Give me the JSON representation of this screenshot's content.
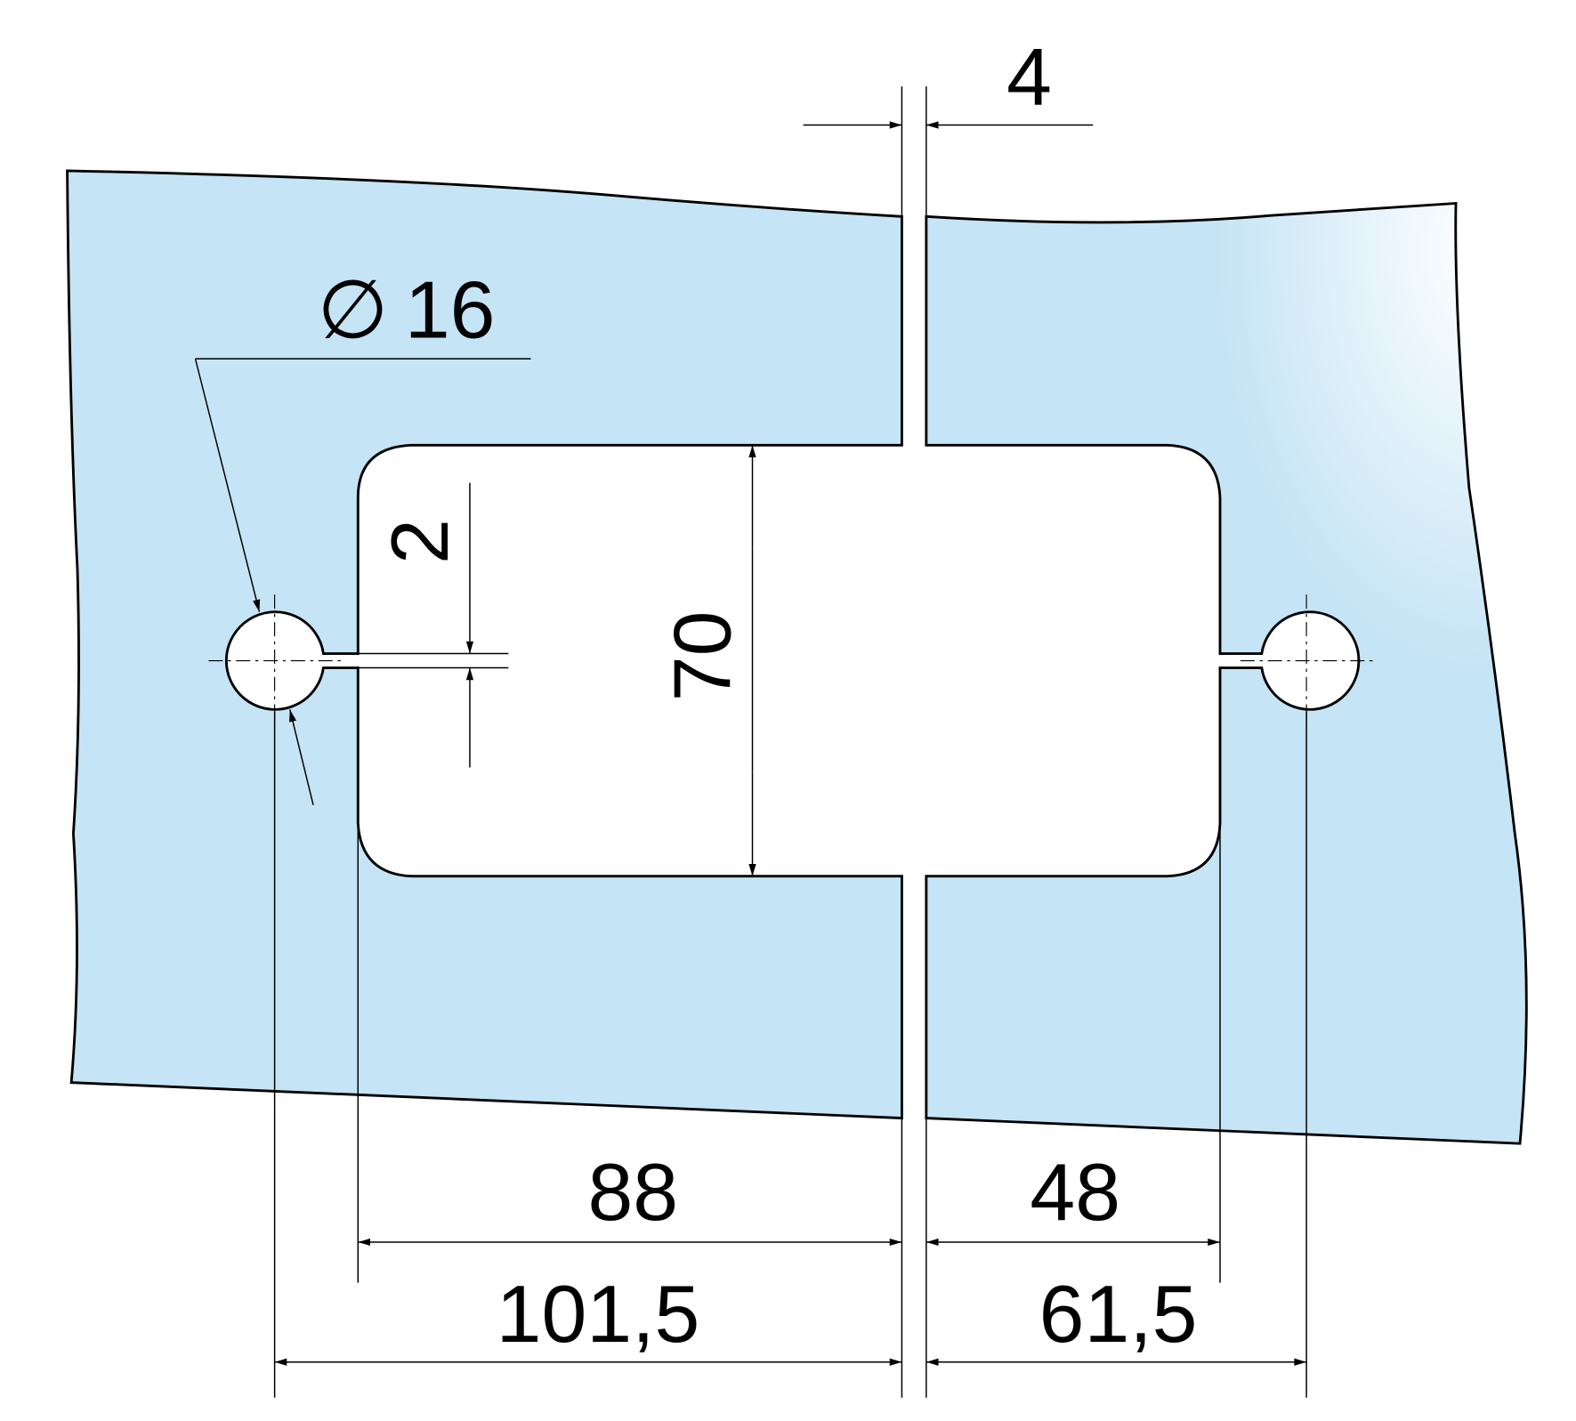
{
  "colors": {
    "glass": "#c5e4f5",
    "glass_highlight": "#ffffff",
    "line": "#000000"
  },
  "dimensions": {
    "gap": "4",
    "hole_diameter_symbol": "∅",
    "hole_diameter": "16",
    "slot_width": "2",
    "cutout_height": "70",
    "left_cutout_width": "88",
    "right_cutout_width": "48",
    "left_hole_distance": "101,5",
    "right_hole_distance": "61,5"
  }
}
